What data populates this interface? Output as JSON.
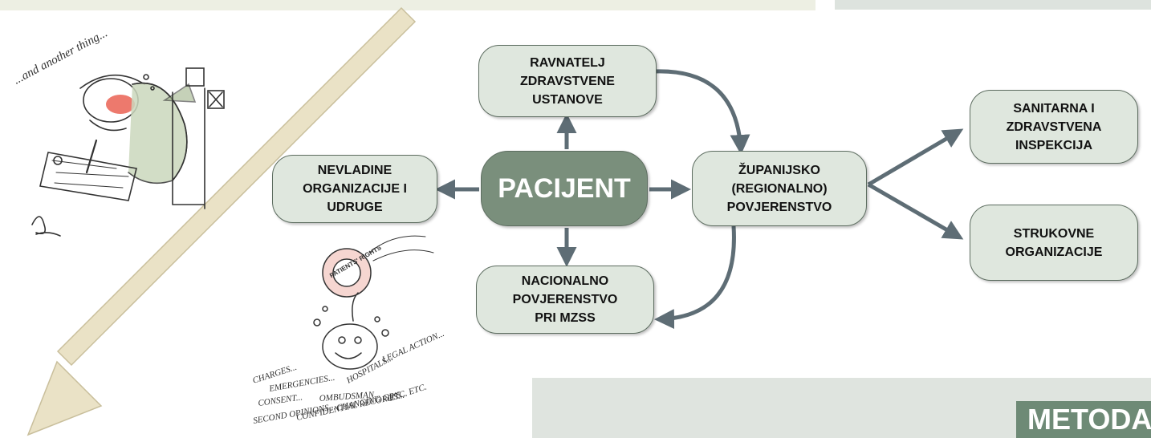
{
  "diagram": {
    "center": "PACIJENT",
    "nodes": {
      "ravnatelj": "RAVNATELJ\nZDRAVSTVENE\nUSTANOVE",
      "nevladine": "NEVLADINE\nORGANIZACIJE I\nUDRUGE",
      "nacionalno": "NACIONALNO\nPOVJERENSTVO\nPRI MZSS",
      "zupanijsko": "ŽUPANIJSKO\n(REGIONALNO)\nPOVJERENSTVO",
      "sanitarna": "SANITARNA I\nZDRAVSTVENA\nINSPEKCIJA",
      "strukovne": "STRUKOVNE\nORGANIZACIJE"
    },
    "edges": [
      {
        "from": "PACIJENT",
        "to": "RAVNATELJ ZDRAVSTVENE USTANOVE"
      },
      {
        "from": "PACIJENT",
        "to": "NEVLADINE ORGANIZACIJE I UDRUGE"
      },
      {
        "from": "PACIJENT",
        "to": "NACIONALNO POVJERENSTVO PRI MZSS"
      },
      {
        "from": "PACIJENT",
        "to": "ŽUPANIJSKO (REGIONALNO) POVJERENSTVO"
      },
      {
        "from": "RAVNATELJ ZDRAVSTVENE USTANOVE",
        "to": "ŽUPANIJSKO (REGIONALNO) POVJERENSTVO"
      },
      {
        "from": "ŽUPANIJSKO (REGIONALNO) POVJERENSTVO",
        "to": "NACIONALNO POVJERENSTVO PRI MZSS"
      },
      {
        "from": "ŽUPANIJSKO (REGIONALNO) POVJERENSTVO",
        "to": "SANITARNA I ZDRAVSTVENA INSPEKCIJA"
      },
      {
        "from": "ŽUPANIJSKO (REGIONALNO) POVJERENSTVO",
        "to": "STRUKOVNE ORGANIZACIJE"
      }
    ]
  },
  "illustrations": {
    "top_left": {
      "caption": "...and another thing..."
    },
    "bottom": {
      "badge": "PATIENTS' RIGHTS",
      "words": [
        "CHARGES...",
        "HOSPITALS...",
        "LEGAL ACTION...",
        "EMERGENCIES...",
        "CONSENT...",
        "OMBUDSMAN...",
        "CHANGING GP'S...",
        "ETC. ETC.",
        "SECOND OPINIONS...",
        "CONFIDENTIAL RECORDS..."
      ]
    }
  },
  "footer": {
    "label": "METODA"
  },
  "colors": {
    "node_fill": "#dfe7de",
    "node_border": "#5d6d60",
    "center_fill": "#7a8f7c",
    "arrow": "#5e6d75",
    "big_arrow": "#eae2c6",
    "band_top_left": "#edefe3",
    "band_top_right": "#dde3de",
    "band_bottom": "#dfe4df",
    "label_fill": "#6e8a76"
  }
}
